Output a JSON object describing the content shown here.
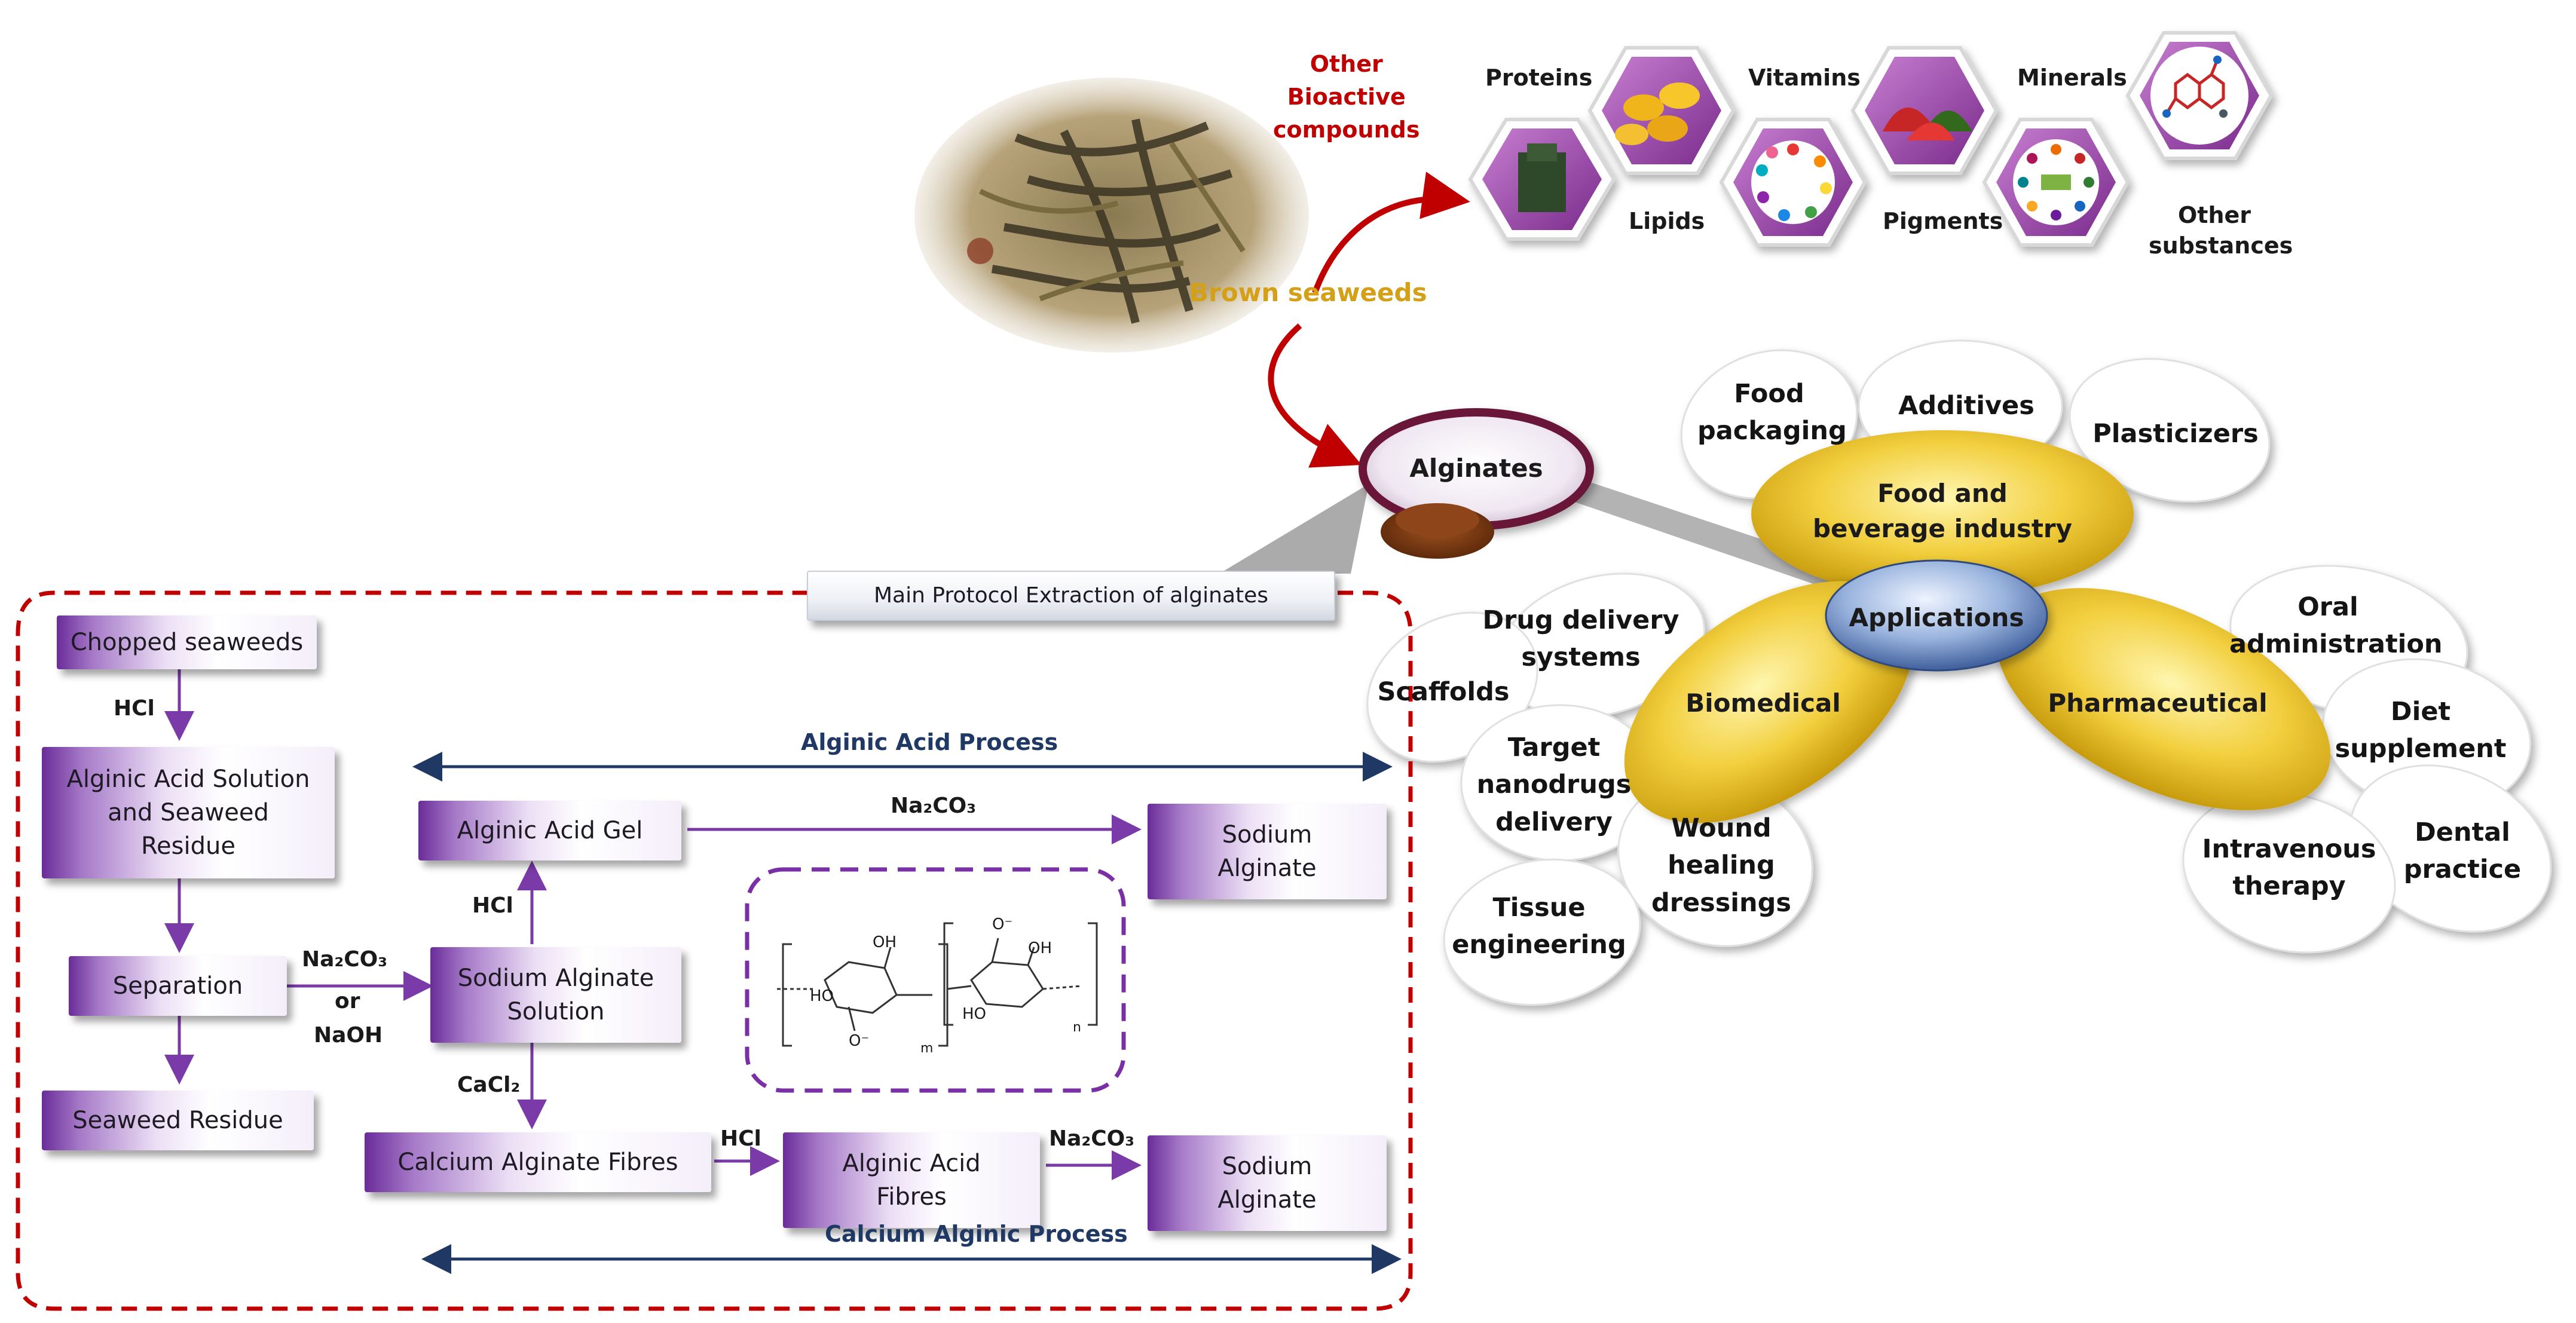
{
  "seaweed": {
    "label": "Brown seaweeds",
    "other_bioactive": [
      "Other",
      "Bioactive",
      "compounds"
    ]
  },
  "compounds": [
    {
      "id": "proteins",
      "label": "Proteins"
    },
    {
      "id": "lipids",
      "label": "Lipids"
    },
    {
      "id": "vitamins",
      "label": "Vitamins"
    },
    {
      "id": "pigments",
      "label": "Pigments"
    },
    {
      "id": "minerals",
      "label": "Minerals"
    },
    {
      "id": "other",
      "label": "Other substances"
    }
  ],
  "alginates": {
    "label": "Alginates"
  },
  "protocol": {
    "title": "Main Protocol Extraction of alginates",
    "steps": {
      "chopped": "Chopped seaweeds",
      "alginic_solution": "Alginic Acid Solution and Seaweed Residue",
      "separation": "Separation",
      "residue": "Seaweed Residue",
      "gel": "Alginic Acid Gel",
      "sodium_solution": "Sodium Alginate Solution",
      "sodium_alginate_1": "Sodium Alginate",
      "calcium_fibres": "Calcium Alginate Fibres",
      "acid_fibres": "Alginic Acid Fibres",
      "sodium_alginate_2": "Sodium Alginate"
    },
    "reagents": {
      "hcl_1": "HCl",
      "na2co3_or": "Na₂CO₃",
      "or": "or",
      "naoh": "NaOH",
      "hcl_2": "HCl",
      "na2co3_top": "Na₂CO₃",
      "cacl2": "CaCl₂",
      "hcl_3": "HCl",
      "na2co3_bottom": "Na₂CO₃"
    },
    "process_labels": {
      "alginic": "Alginic Acid Process",
      "calcium": "Calcium Alginic Process"
    },
    "structure_labels": {
      "oh1": "OH",
      "ho1": "HO",
      "o_minus1": "O⁻",
      "m": "m",
      "o_minus2": "O⁻",
      "oh2": "OH",
      "ho2": "HO",
      "n": "n"
    }
  },
  "applications": {
    "center": "Applications",
    "food": {
      "label": "Food and beverage industry",
      "items": [
        "Food packaging",
        "Additives",
        "Plasticizers"
      ]
    },
    "biomedical": {
      "label": "Biomedical",
      "items": [
        "Drug delivery systems",
        "Scaffolds",
        "Target nanodrugs delivery",
        "Wound healing dressings",
        "Tissue engineering"
      ]
    },
    "pharmaceutical": {
      "label": "Pharmaceutical",
      "items": [
        "Oral administration",
        "Diet supplement",
        "Dental practice",
        "Intravenous therapy"
      ]
    }
  },
  "colors": {
    "purple": "#6a2c99",
    "red_dashed": "#c00000",
    "navy": "#1f3864",
    "gold": "#e8b820",
    "hub_blue": "#6f8fc4",
    "title_orange": "#d4a017",
    "title_red": "#c00000"
  }
}
